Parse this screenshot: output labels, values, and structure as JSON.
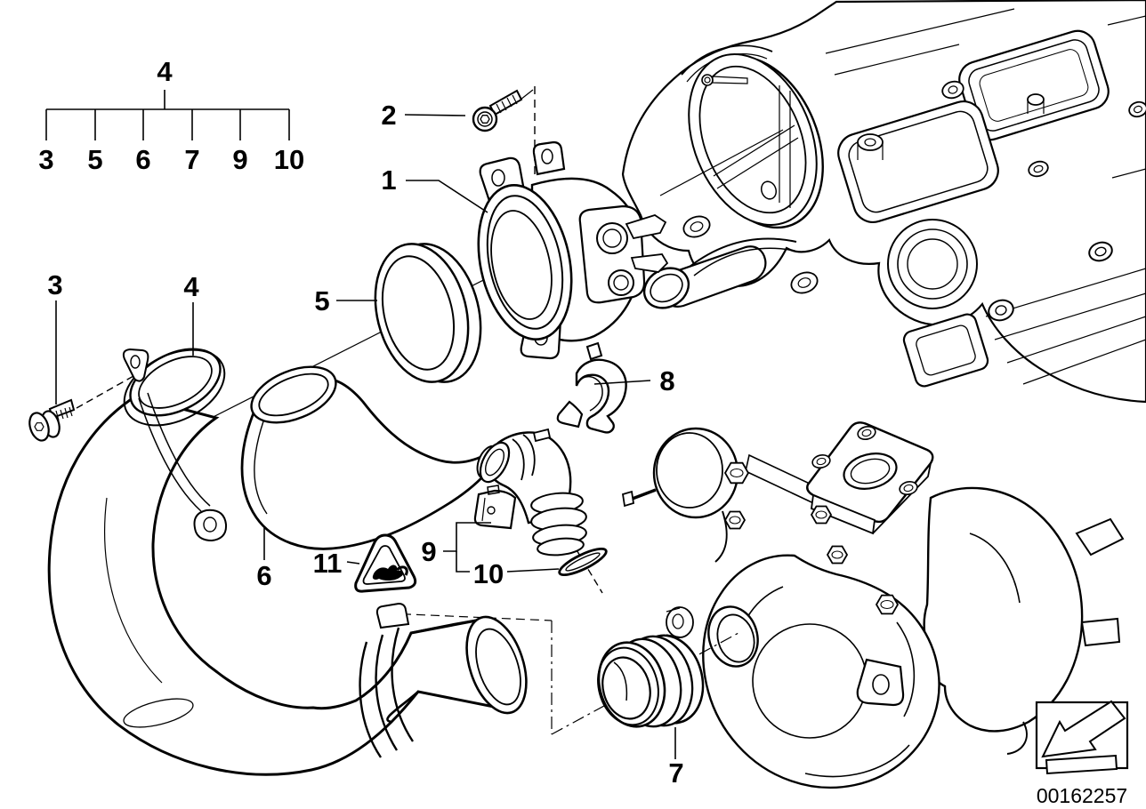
{
  "diagram": {
    "background_color": "#ffffff",
    "line_color": "#000000"
  },
  "index_tree": {
    "root": "4",
    "leaves": [
      "3",
      "5",
      "6",
      "7",
      "9",
      "10"
    ]
  },
  "callouts": {
    "n1": "1",
    "n2": "2",
    "n3": "3",
    "n4": "4",
    "n5": "5",
    "n6": "6",
    "n7": "7",
    "n8": "8",
    "n9": "9",
    "n10": "10",
    "n11": "11"
  },
  "icons": {
    "warning_triangle": "marten-warning",
    "direction_arrow": "arrow-down-left"
  },
  "footer": {
    "doc_number": "00162257"
  }
}
